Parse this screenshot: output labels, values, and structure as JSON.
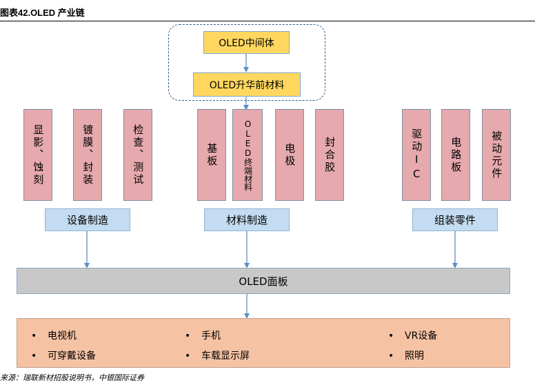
{
  "title": "图表42.OLED 产业链",
  "intermediates": {
    "top": "OLED中间体",
    "bottom": "OLED升华前材料"
  },
  "equipment_items": [
    "显影、蚀刻",
    "镀膜、封装",
    "检查、测试"
  ],
  "materials_items": [
    "基板",
    "OLED终端材料",
    "电极",
    "封合胶"
  ],
  "components_items": [
    "驱动IC",
    "电路板",
    "被动元件"
  ],
  "categories": {
    "equipment": "设备制造",
    "materials": "材料制造",
    "components": "组装零件"
  },
  "panel": "OLED面板",
  "applications": {
    "bullet": "•",
    "items": [
      "电视机",
      "手机",
      "VR设备",
      "可穿戴设备",
      "车载显示屏",
      "照明"
    ]
  },
  "source": "来源：瑞联新材招股说明书，中银国际证券",
  "colors": {
    "yellow_box": "#ffd75e",
    "pink_box": "#e6a9ad",
    "blue_box": "#c4dcf1",
    "panel": "#c8c8c8",
    "applications": "#f6c2a4",
    "arrow": "#5b8fc7"
  }
}
